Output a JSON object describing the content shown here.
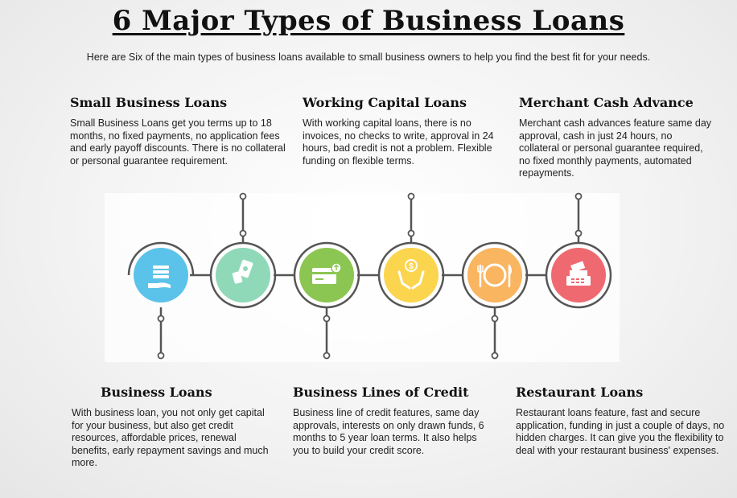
{
  "title": "6 Major Types of Business Loans",
  "subtitle": "Here are Six of the main types of business loans available to small business owners to help you find the best fit for your needs.",
  "loans": [
    {
      "title": "Small Business Loans",
      "text": "Small Business Loans get you terms up to 18 months, no fixed payments, no application fees and early payoff discounts. There is no collateral or personal guarantee requirement.",
      "color": "#5bc3ea",
      "icon": "hand-money-icon"
    },
    {
      "title": "Business Loans",
      "text": "With business loan, you not only get capital for your business, but also get credit resources, affordable prices, renewal benefits, early repayment savings and much more.",
      "color": "#8fd9b8",
      "icon": "hand-cash-icon"
    },
    {
      "title": "Working Capital Loans",
      "text": "With working capital loans, there is no invoices, no checks to write, approval in 24 hours, bad credit is not a problem. Flexible funding on flexible terms.",
      "color": "#8cc652",
      "icon": "credit-card-icon"
    },
    {
      "title": "Business Lines of Credit",
      "text": "Business line of credit features, same day approvals, interests on only drawn funds, 6 months to 5 year loan terms. It also helps you to build your credit score.",
      "color": "#fbd54e",
      "icon": "dollar-hands-icon"
    },
    {
      "title": "Restaurant Loans",
      "text": "Restaurant loans feature, fast and secure application, funding in just a couple of days, no hidden charges. It can give you the flexibility to deal with your restaurant business' expenses.",
      "color": "#f9b560",
      "icon": "plate-cutlery-icon"
    },
    {
      "title": "Merchant Cash Advance",
      "text": "Merchant cash advances feature same day approval, cash in just 24 hours, no collateral or personal guarantee required, no fixed monthly payments, automated repayments.",
      "color": "#ef6a70",
      "icon": "cash-register-icon"
    }
  ]
}
